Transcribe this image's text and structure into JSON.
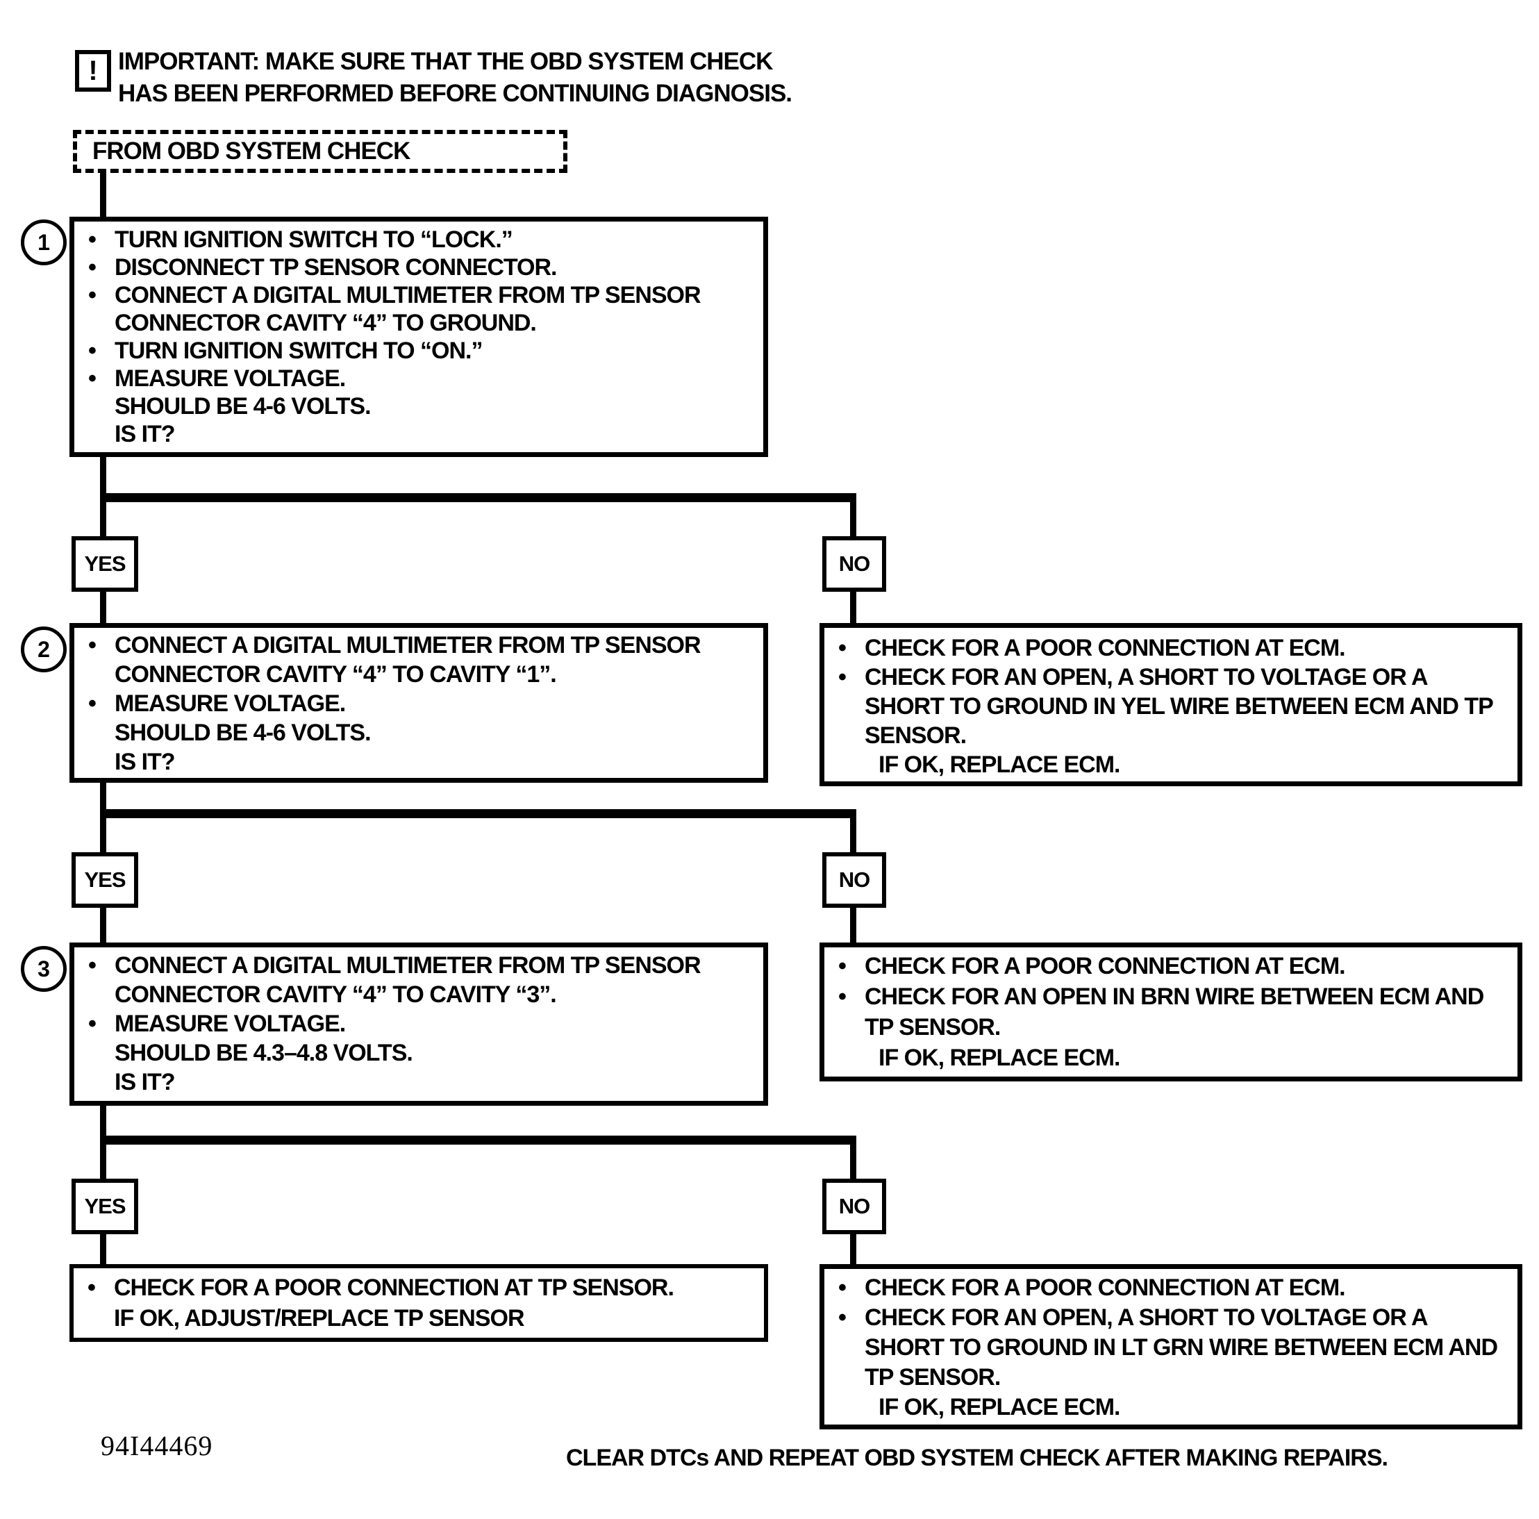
{
  "ui": {
    "bullet": "•",
    "yes_label": "YES",
    "no_label": "NO",
    "important_icon_glyph": "!"
  },
  "header": {
    "important_line1": "IMPORTANT:  MAKE SURE THAT THE OBD SYSTEM CHECK",
    "important_line2": "HAS BEEN PERFORMED BEFORE CONTINUING DIAGNOSIS."
  },
  "start": {
    "label": "FROM OBD SYSTEM CHECK"
  },
  "step1": {
    "number": "1",
    "lines": [
      "TURN IGNITION SWITCH TO “LOCK.”",
      "DISCONNECT TP SENSOR CONNECTOR.",
      "CONNECT A DIGITAL MULTIMETER FROM TP SENSOR",
      "CONNECTOR CAVITY “4” TO GROUND.",
      "TURN IGNITION SWITCH TO “ON.”",
      "MEASURE VOLTAGE.",
      "SHOULD BE 4-6 VOLTS.",
      "IS IT?"
    ]
  },
  "step2": {
    "number": "2",
    "lines": [
      "CONNECT A DIGITAL MULTIMETER FROM TP SENSOR",
      "CONNECTOR CAVITY “4” TO CAVITY “1”.",
      "MEASURE VOLTAGE.",
      "SHOULD BE 4-6 VOLTS.",
      "IS IT?"
    ]
  },
  "step3": {
    "number": "3",
    "lines": [
      "CONNECT A DIGITAL MULTIMETER FROM TP SENSOR",
      "CONNECTOR CAVITY “4” TO CAVITY “3”.",
      "MEASURE VOLTAGE.",
      "SHOULD BE 4.3–4.8 VOLTS.",
      "IS IT?"
    ]
  },
  "no_action1": {
    "lines": [
      "CHECK FOR A POOR CONNECTION AT ECM.",
      "CHECK FOR AN OPEN, A SHORT TO VOLTAGE OR A",
      "SHORT TO GROUND IN YEL WIRE BETWEEN ECM AND TP",
      "SENSOR.",
      "IF OK, REPLACE ECM."
    ]
  },
  "no_action2": {
    "lines": [
      "CHECK FOR A POOR CONNECTION AT ECM.",
      "CHECK FOR AN OPEN IN BRN WIRE BETWEEN ECM AND",
      "TP SENSOR.",
      "IF OK, REPLACE ECM."
    ]
  },
  "yes_action": {
    "lines": [
      "CHECK FOR A POOR CONNECTION AT TP SENSOR.",
      "IF OK, ADJUST/REPLACE TP SENSOR"
    ]
  },
  "no_action3": {
    "lines": [
      "CHECK FOR A POOR CONNECTION AT ECM.",
      "CHECK FOR AN OPEN, A SHORT TO VOLTAGE OR A",
      "SHORT TO GROUND IN LT GRN WIRE BETWEEN ECM AND",
      "TP SENSOR.",
      "IF OK, REPLACE ECM."
    ]
  },
  "footer": {
    "figure_number": "94I44469",
    "instruction": "CLEAR DTCs AND REPEAT OBD SYSTEM CHECK AFTER MAKING REPAIRS."
  }
}
